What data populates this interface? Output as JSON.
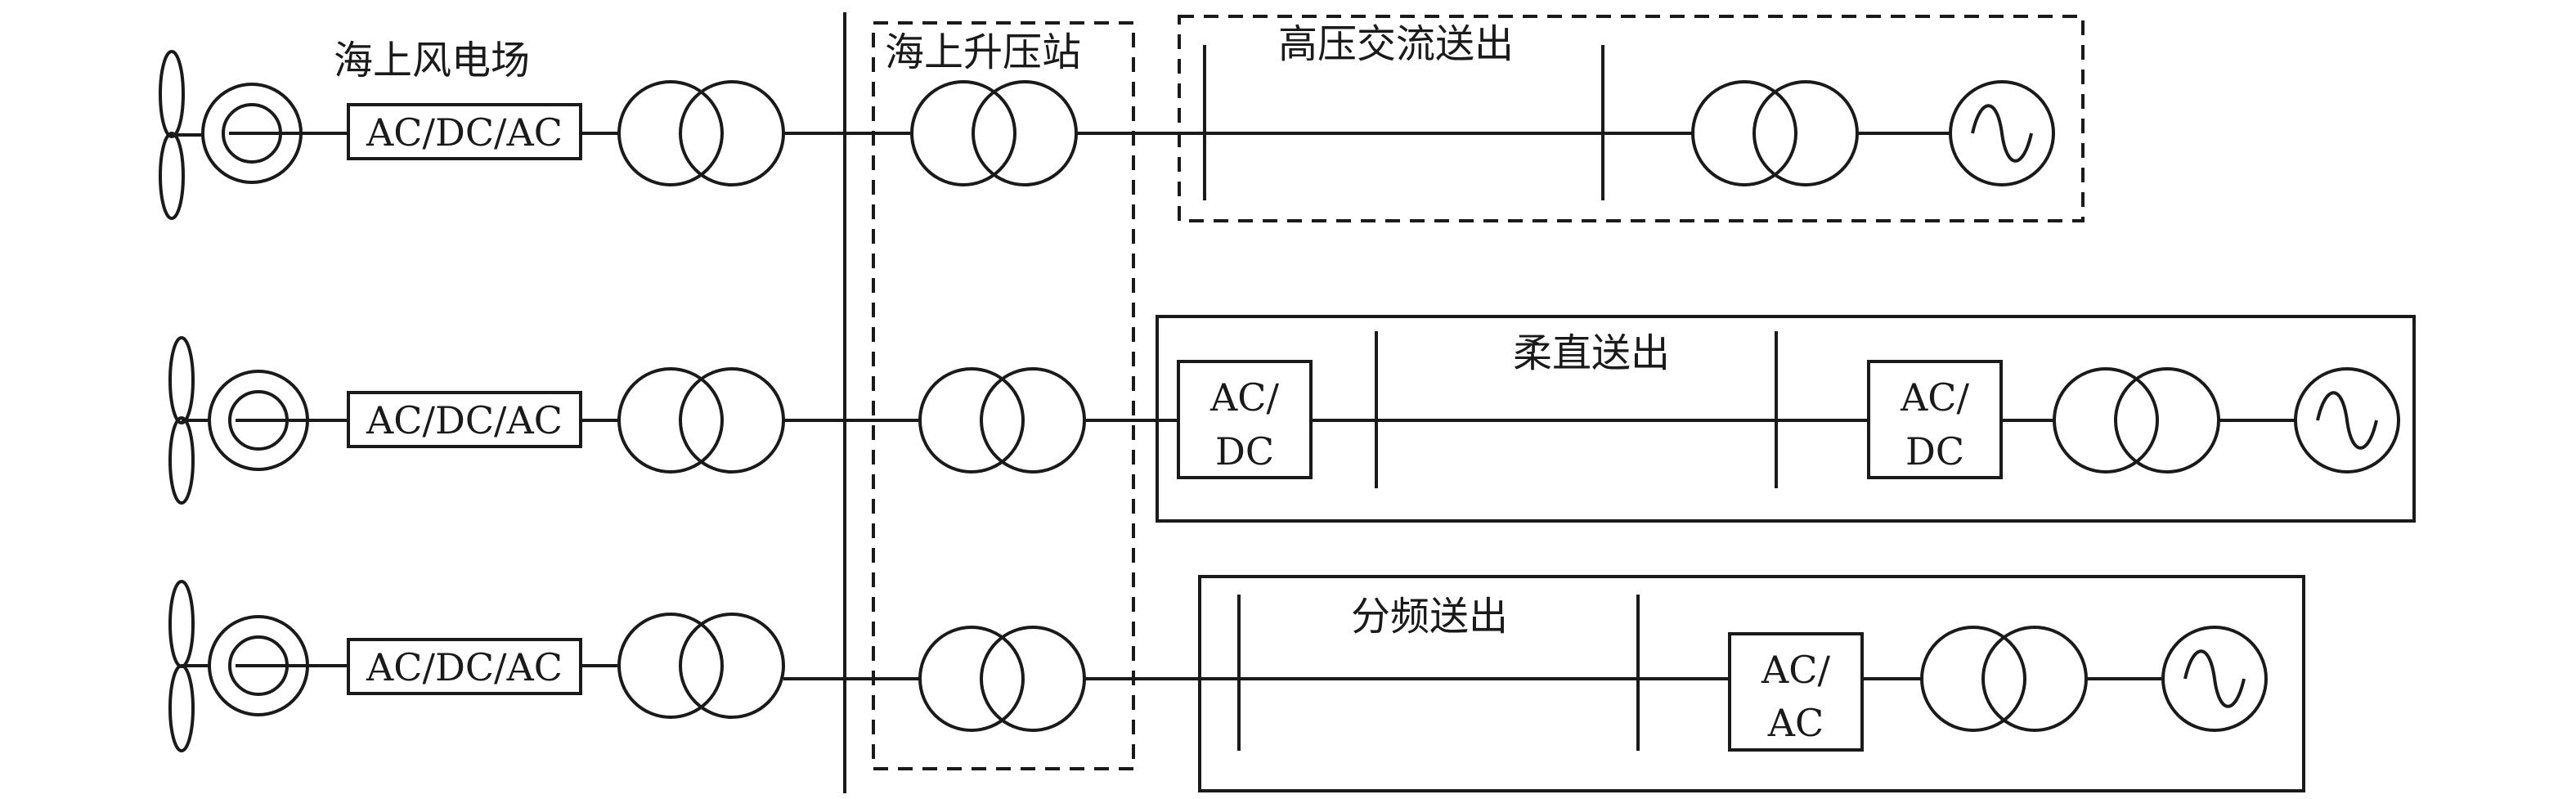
{
  "labels": {
    "wind_farm": "海上风电场",
    "substation": "海上升压站",
    "hvac": "高压交流送出",
    "vsc_hvdc": "柔直送出",
    "fractional": "分频送出"
  },
  "converters": {
    "turbine": "AC/DC/AC",
    "acdc_line1": "AC/",
    "acdc_line2": "DC",
    "acac_line1": "AC/",
    "acac_line2": "AC"
  }
}
